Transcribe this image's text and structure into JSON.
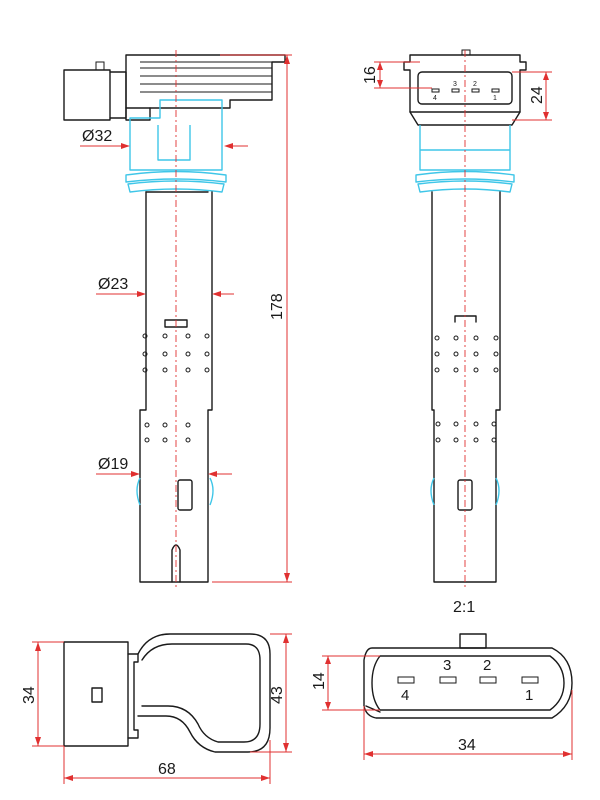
{
  "scale_label": "2:1",
  "dimensions": {
    "d32": "Ø32",
    "d23": "Ø23",
    "d19": "Ø19",
    "length": "178",
    "conn_h16": "16",
    "conn_h24": "24",
    "base_w68": "68",
    "base_h34": "34",
    "base_h43": "43",
    "end_h14": "14",
    "end_w34": "34"
  },
  "pin_labels_small": [
    "4",
    "3",
    "2",
    "1"
  ],
  "pin_labels_large": [
    "4",
    "3",
    "2",
    "1"
  ],
  "colors": {
    "outline": "#1a1a1a",
    "dimension": "#e03030",
    "seal": "#3fc6e8"
  }
}
